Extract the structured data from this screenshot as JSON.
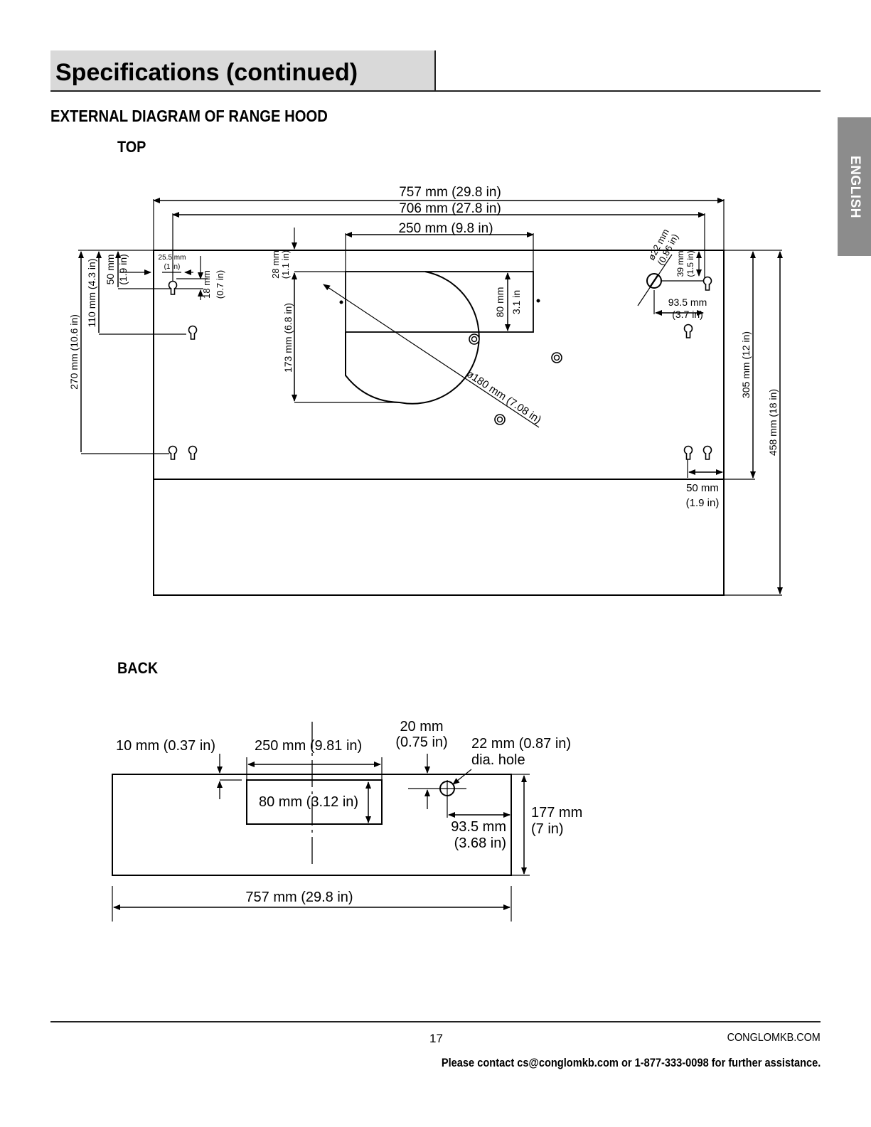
{
  "header": {
    "title": "Specifications (continued)",
    "language_tab": "ENGLISH"
  },
  "section_title": "EXTERNAL DIAGRAM OF RANGE HOOD",
  "top_view": {
    "label": "TOP",
    "dims": {
      "overall_width": "757 mm (29.8 in)",
      "hole_span": "706 mm (27.8 in)",
      "duct_width": "250 mm (9.8 in)",
      "pipe_hole_dia_mm": "ø22 mm",
      "pipe_hole_dia_in": "(0.86 in)",
      "pipe_hole_offset_mm": "39 mm",
      "pipe_hole_offset_in": "(1.5 in)",
      "pipe_hole_side_mm": "93.5 mm",
      "pipe_hole_side_in": "(3.7 in)",
      "left_hole_depth_mm": "110 mm (4.3 in)",
      "left_hole_small_mm": "50 mm",
      "left_hole_small_in": "(1.9 in)",
      "keyhole_offset_mm": "25.5 mm",
      "keyhole_offset_in": "(1 in)",
      "keyhole_depth_mm": "18 mm",
      "keyhole_depth_in": "(0.7 in)",
      "duct_top_mm": "28 mm",
      "duct_top_in": "(1.1 in)",
      "duct_depth": "173 mm (6.8 in)",
      "duct_inner_mm": "80 mm",
      "duct_inner_in": "3.1 in",
      "round_duct": "ø180 mm (7.08 in)",
      "rear_holes_depth": "270 mm (10.6 in)",
      "body_depth": "305 mm (12 in)",
      "overall_depth": "458 mm (18 in)",
      "right_hole_offset_mm": "50 mm",
      "right_hole_offset_in": "(1.9 in)"
    }
  },
  "back_view": {
    "label": "BACK",
    "dims": {
      "top_offset": "10 mm (0.37 in)",
      "duct_width": "250 mm (9.81 in)",
      "hole_top_mm": "20 mm",
      "hole_top_in": "(0.75 in)",
      "hole_dia_1": "22 mm (0.87 in)",
      "hole_dia_2": "dia. hole",
      "duct_height": "80 mm (3.12 in)",
      "hole_side_mm": "93.5 mm",
      "hole_side_in": "(3.68 in)",
      "height_mm": "177 mm",
      "height_in": "(7 in)",
      "overall_width": "757 mm (29.8 in)"
    }
  },
  "footer": {
    "page_number": "17",
    "website": "CONGLOMKB.COM",
    "contact": "Please contact cs@conglomkb.com or 1-877-333-0098 for further assistance."
  }
}
